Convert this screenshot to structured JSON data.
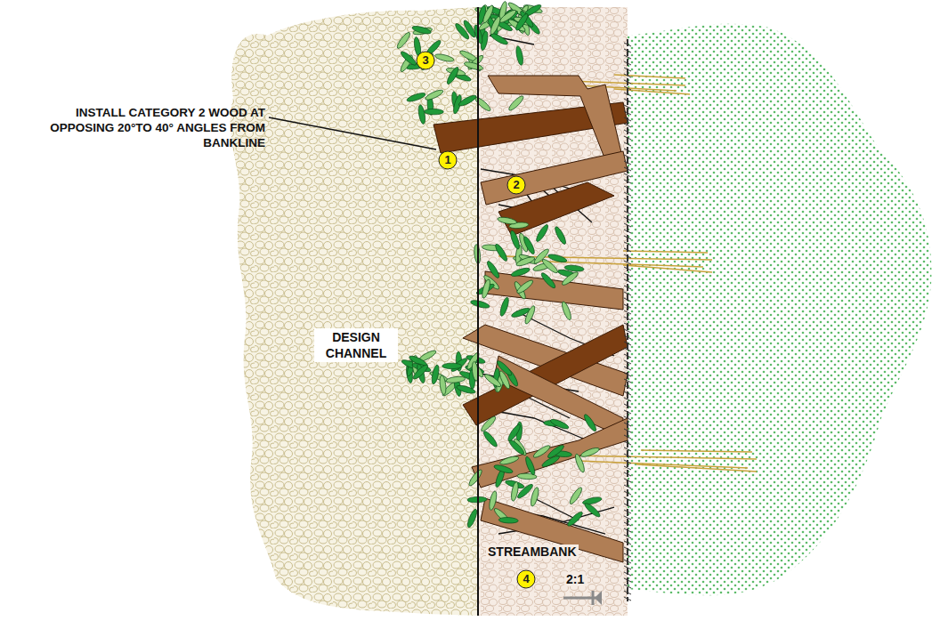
{
  "diagram": {
    "labels": [
      "INSTALL CATEGORY 2 WOOD AT OPPOSING 20°TO 40° ANGLES FROM BANKLINE",
      "3",
      "1",
      "2",
      "DESIGN CHANNEL",
      "STREAMBANK",
      "4",
      "2:1"
    ]
  }
}
